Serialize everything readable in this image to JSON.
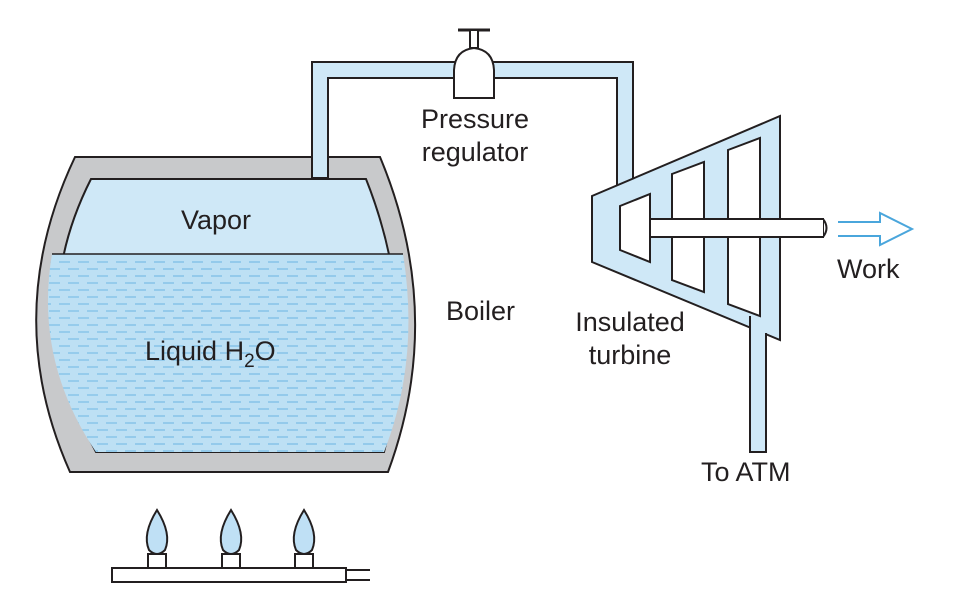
{
  "labels": {
    "pressure_regulator": [
      "Pressure",
      "regulator"
    ],
    "vapor": "Vapor",
    "liquid_main": "Liquid H",
    "liquid_sub": "2",
    "liquid_tail": "O",
    "boiler": "Boiler",
    "insulated_turbine": [
      "Insulated",
      "turbine"
    ],
    "work": "Work",
    "to_atm": "To ATM"
  },
  "colors": {
    "vapor_fill": "#cfe8f7",
    "liquid_fill": "#bde0f4",
    "liquid_dash": "#7fbfe6",
    "boiler_shell": "#c8c9cb",
    "outline": "#231f20",
    "pipe_fill": "#cfe8f7",
    "work_arrow": "#4aa6dc",
    "flame_fill": "#bfe0f5"
  }
}
